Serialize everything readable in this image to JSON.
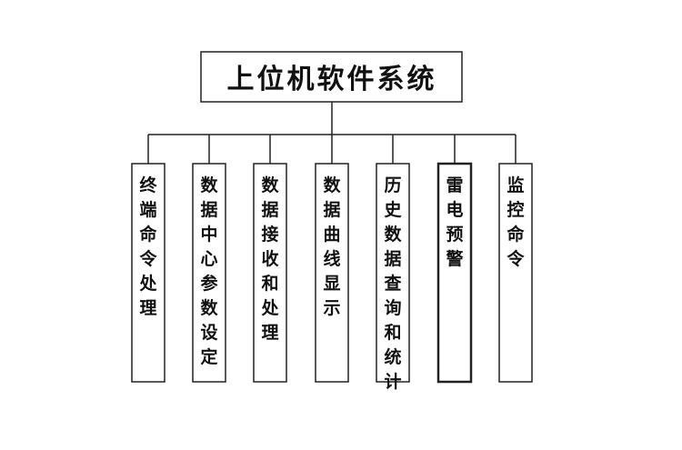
{
  "root": {
    "label": "上位机软件系统"
  },
  "modules": [
    {
      "id": "terminal-command",
      "label": "终端命令处理"
    },
    {
      "id": "data-center-params",
      "label": "数据中心参数设定"
    },
    {
      "id": "data-receive",
      "label": "数据接收和处理"
    },
    {
      "id": "data-curve",
      "label": "数据曲线显示"
    },
    {
      "id": "history-query",
      "label": "历史数据查询和统计"
    },
    {
      "id": "lightning-warning",
      "label": "雷电预警"
    },
    {
      "id": "monitor-command",
      "label": "监控命令"
    }
  ]
}
